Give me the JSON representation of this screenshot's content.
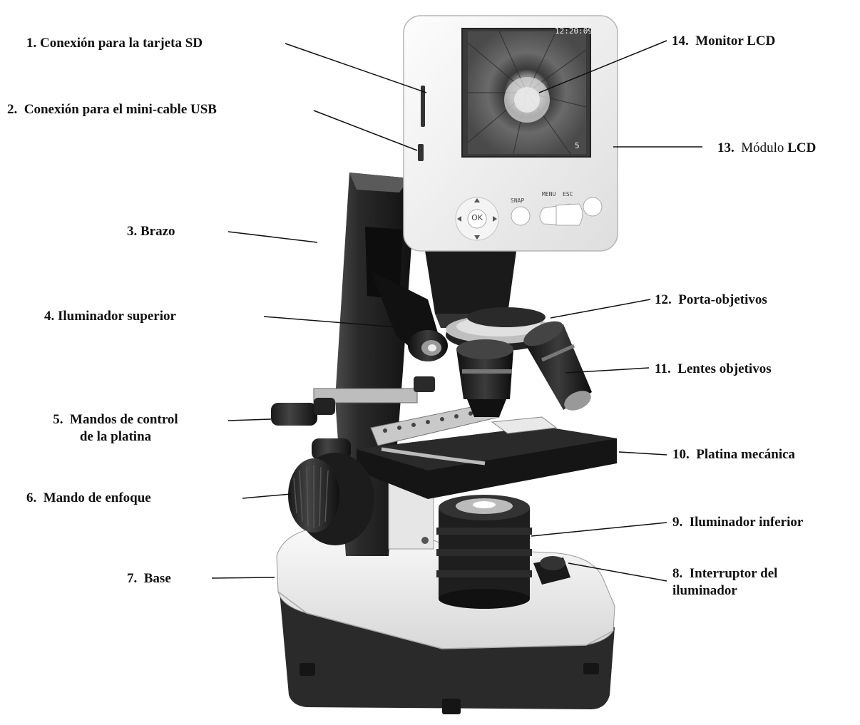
{
  "labels": [
    {
      "id": "sd",
      "num": "1.",
      "text": "Conexión para la tarjeta SD"
    },
    {
      "id": "usb",
      "num": "2.",
      "text": "Conexión para el mini-cable USB"
    },
    {
      "id": "arm",
      "num": "3.",
      "text": "Brazo"
    },
    {
      "id": "top-light",
      "num": "4.",
      "text": "Iluminador superior"
    },
    {
      "id": "stage-knobs",
      "num": "5.",
      "line1": "Mandos de control",
      "line2": "de la platina"
    },
    {
      "id": "focus",
      "num": "6.",
      "text": "Mando de enfoque"
    },
    {
      "id": "base",
      "num": "7.",
      "text": "Base"
    },
    {
      "id": "switch",
      "num": "8.",
      "line1": "Interruptor del",
      "line2": "iluminador"
    },
    {
      "id": "bottom-light",
      "num": "9.",
      "text": "Iluminador inferior"
    },
    {
      "id": "stage",
      "num": "10.",
      "text": "Platina mecánica"
    },
    {
      "id": "objectives",
      "num": "11.",
      "text": "Lentes objetivos"
    },
    {
      "id": "nosepiece",
      "num": "12.",
      "text": "Porta-objetivos"
    },
    {
      "id": "lcd-module",
      "num": "13.",
      "text_plain": "Módulo",
      "text_bold": "LCD"
    },
    {
      "id": "lcd-monitor",
      "num": "14.",
      "text": "Monitor LCD"
    }
  ],
  "screen": {
    "time": "12:20:09",
    "counter": "5"
  },
  "buttons": {
    "ok": "OK",
    "snap": "SNAP",
    "menu": "MENU",
    "esc": "ESC"
  }
}
